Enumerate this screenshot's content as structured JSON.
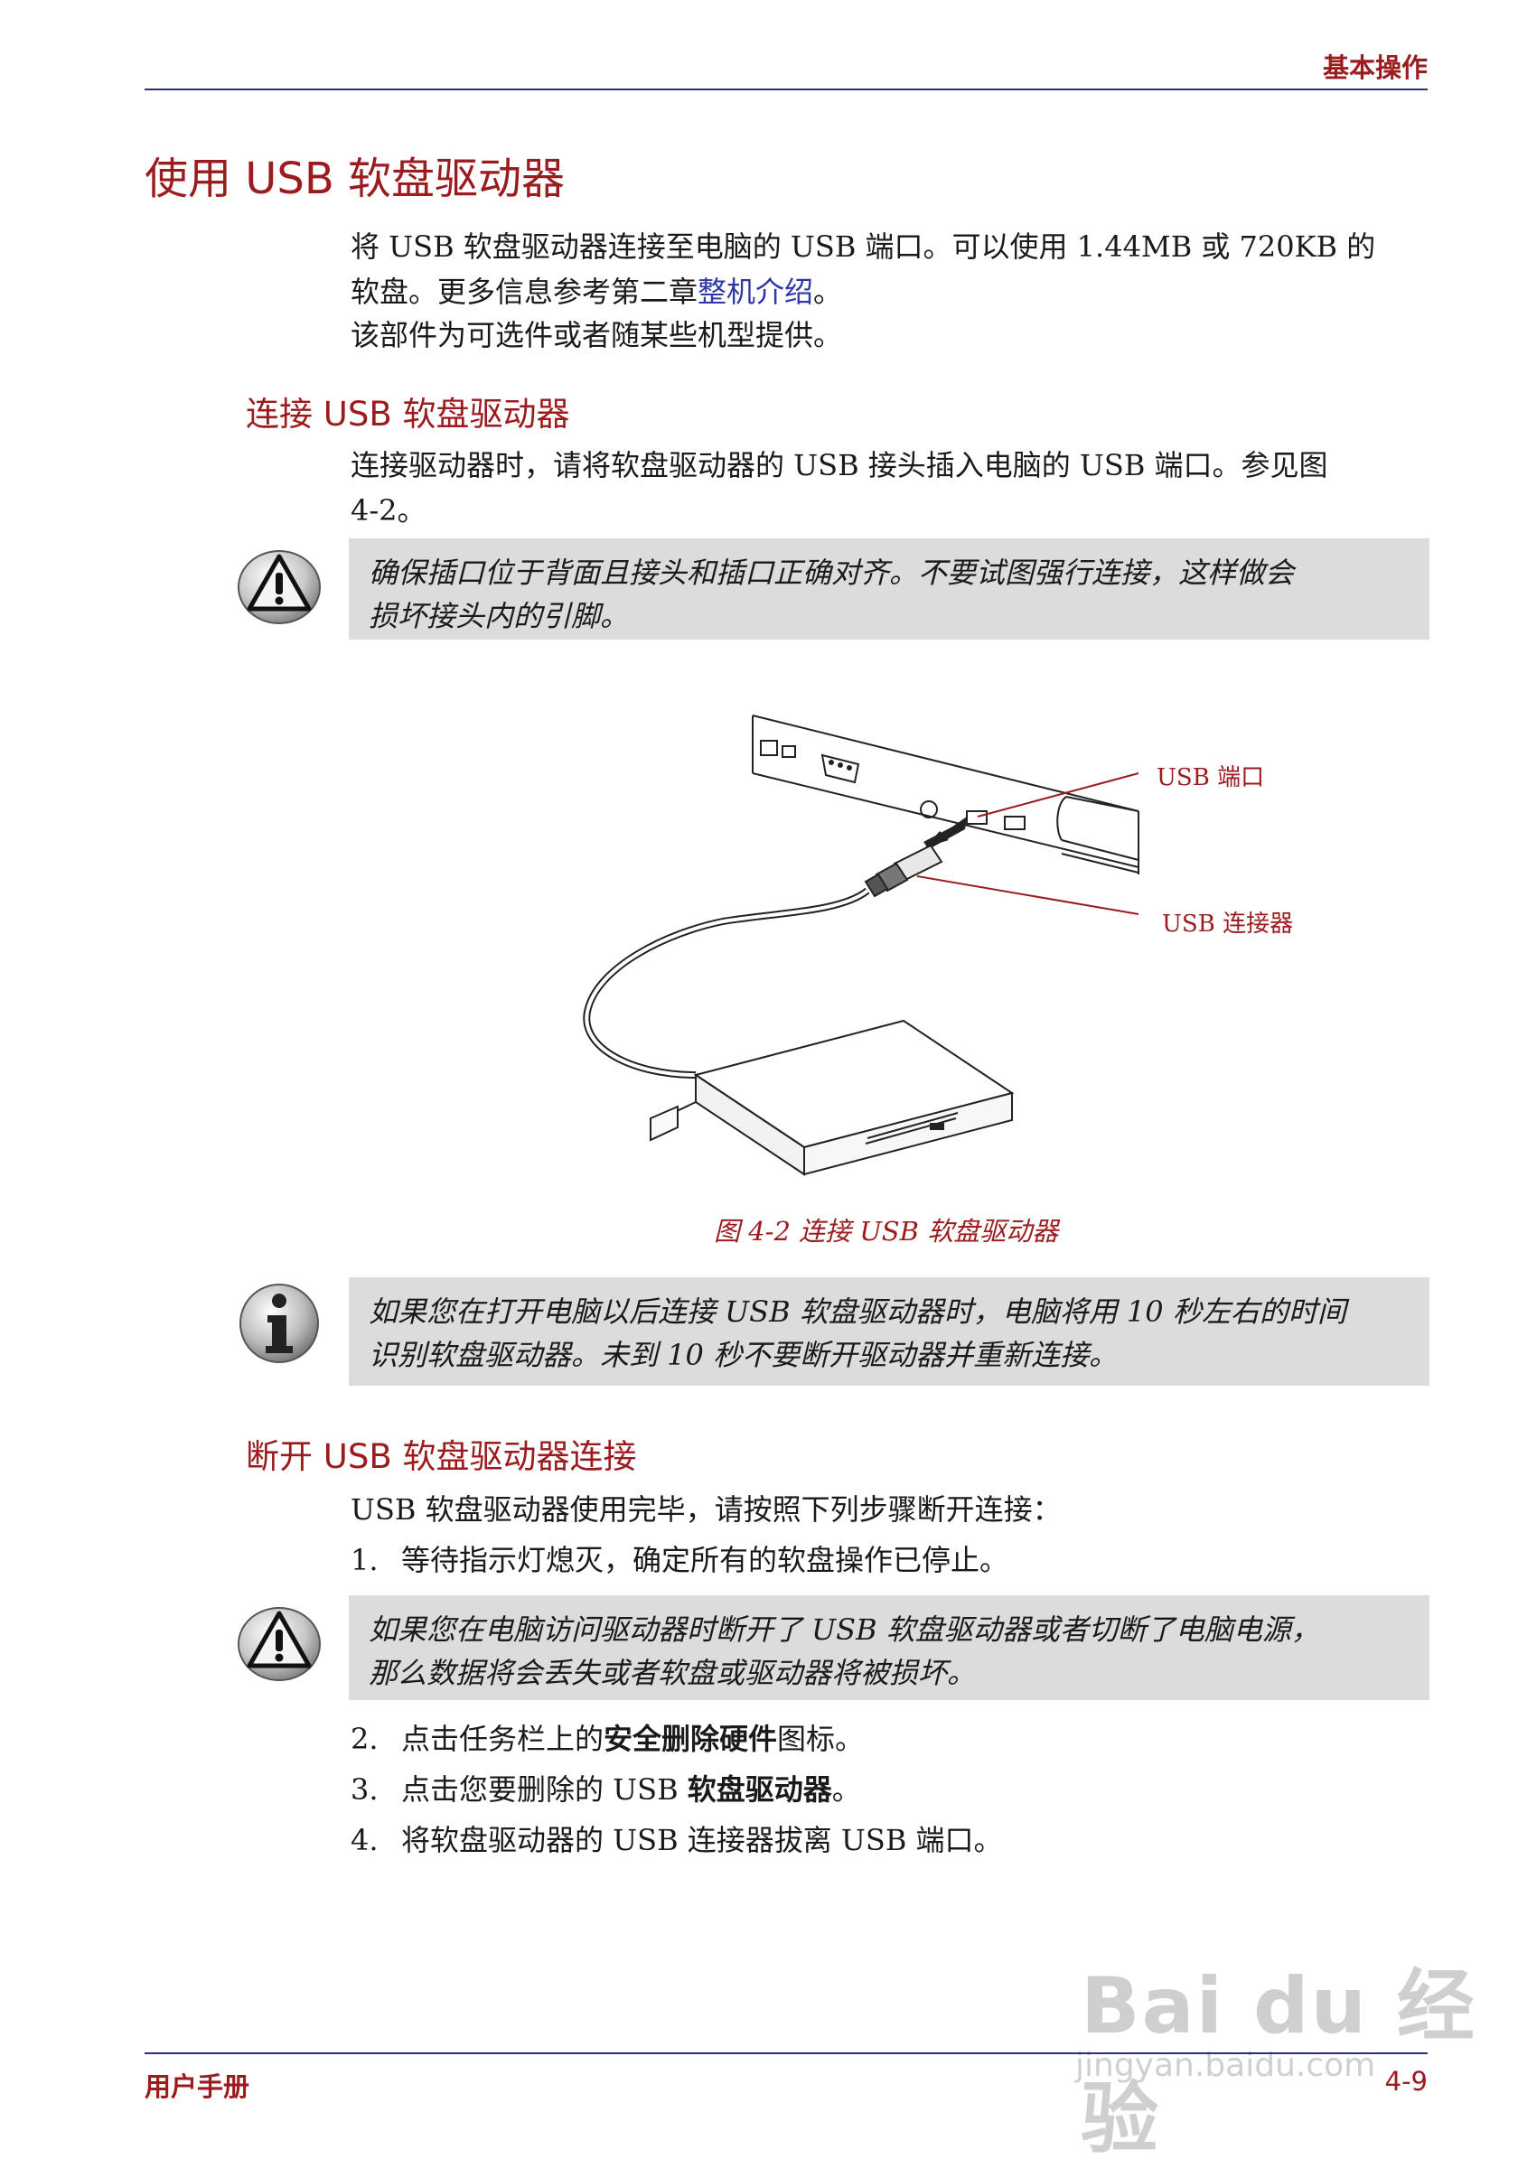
{
  "header": {
    "section_title": "基本操作"
  },
  "main": {
    "title": "使用 USB 软盘驱动器",
    "intro": {
      "line1": "将 USB 软盘驱动器连接至电脑的 USB 端口。可以使用 1.44MB 或 720KB 的",
      "line2_prefix": "软盘。更多信息参考第二章",
      "line2_link": "整机介绍",
      "line2_suffix": "。",
      "line3": "该部件为可选件或者随某些机型提供。"
    },
    "connect": {
      "heading": "连接 USB 软盘驱动器",
      "line1": "连接驱动器时，请将软盘驱动器的 USB 接头插入电脑的 USB 端口。参见图",
      "line2": "4-2。",
      "warning_line1": "确保插口位于背面且接头和插口正确对齐。不要试图强行连接，这样做会",
      "warning_line2": "损坏接头内的引脚。"
    },
    "figure": {
      "label_port": "USB 端口",
      "label_connector": "USB 连接器",
      "caption": "图 4-2 连接 USB 软盘驱动器"
    },
    "info_note": {
      "line1": "如果您在打开电脑以后连接 USB 软盘驱动器时，电脑将用 10 秒左右的时间",
      "line2": "识别软盘驱动器。未到 10 秒不要断开驱动器并重新连接。"
    },
    "disconnect": {
      "heading": "断开 USB 软盘驱动器连接",
      "intro": "USB 软盘驱动器使用完毕，请按照下列步骤断开连接：",
      "step1_num": "1.",
      "step1": "等待指示灯熄灭，确定所有的软盘操作已停止。",
      "warning_line1": "如果您在电脑访问驱动器时断开了 USB 软盘驱动器或者切断了电脑电源，",
      "warning_line2": "那么数据将会丢失或者软盘或驱动器将被损坏。",
      "step2_num": "2.",
      "step2_prefix": "点击任务栏上的",
      "step2_bold": "安全删除硬件",
      "step2_suffix": "图标。",
      "step3_num": "3.",
      "step3_prefix": "点击您要删除的 USB ",
      "step3_bold": "软盘驱动器",
      "step3_suffix": "。",
      "step4_num": "4.",
      "step4": "将软盘驱动器的 USB 连接器拔离 USB 端口。"
    }
  },
  "footer": {
    "manual_name": "用户手册",
    "page_number": "4-9"
  },
  "watermark": {
    "brand_text": "Bai du 经验",
    "url": "jingyan.baidu.com"
  },
  "colors": {
    "heading_red": "#9b1b1e",
    "rule_blue": "#2a2f7a",
    "link_blue": "#2d37a6",
    "note_gray": "#dcdcdc"
  }
}
